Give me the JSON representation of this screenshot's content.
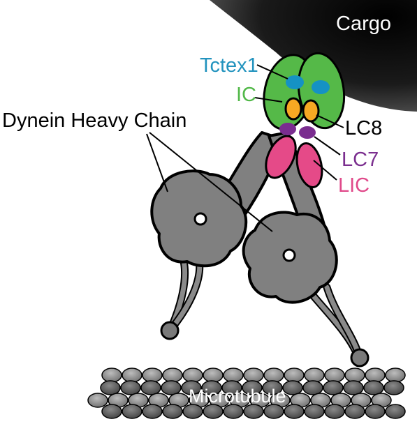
{
  "labels": {
    "cargo": "Cargo",
    "tctex1": "Tctex1",
    "ic": "IC",
    "dynein_heavy_chain": "Dynein Heavy Chain",
    "lc8": "LC8",
    "lc7": "LC7",
    "lic": "LIC",
    "microtubule": "Microtubule"
  },
  "colors": {
    "cargo": "#1e1e1e",
    "heavy_chain": "#808080",
    "outline": "#000000",
    "ic": "#55b948",
    "tctex1": "#1592c4",
    "lc8": "#f7a823",
    "lc7": "#7a2d8f",
    "lic": "#e54a88",
    "tctex1_text": "#2293be",
    "ic_text": "#51b848",
    "lc7_text": "#7b2f8f",
    "lic_text": "#e0498a"
  }
}
